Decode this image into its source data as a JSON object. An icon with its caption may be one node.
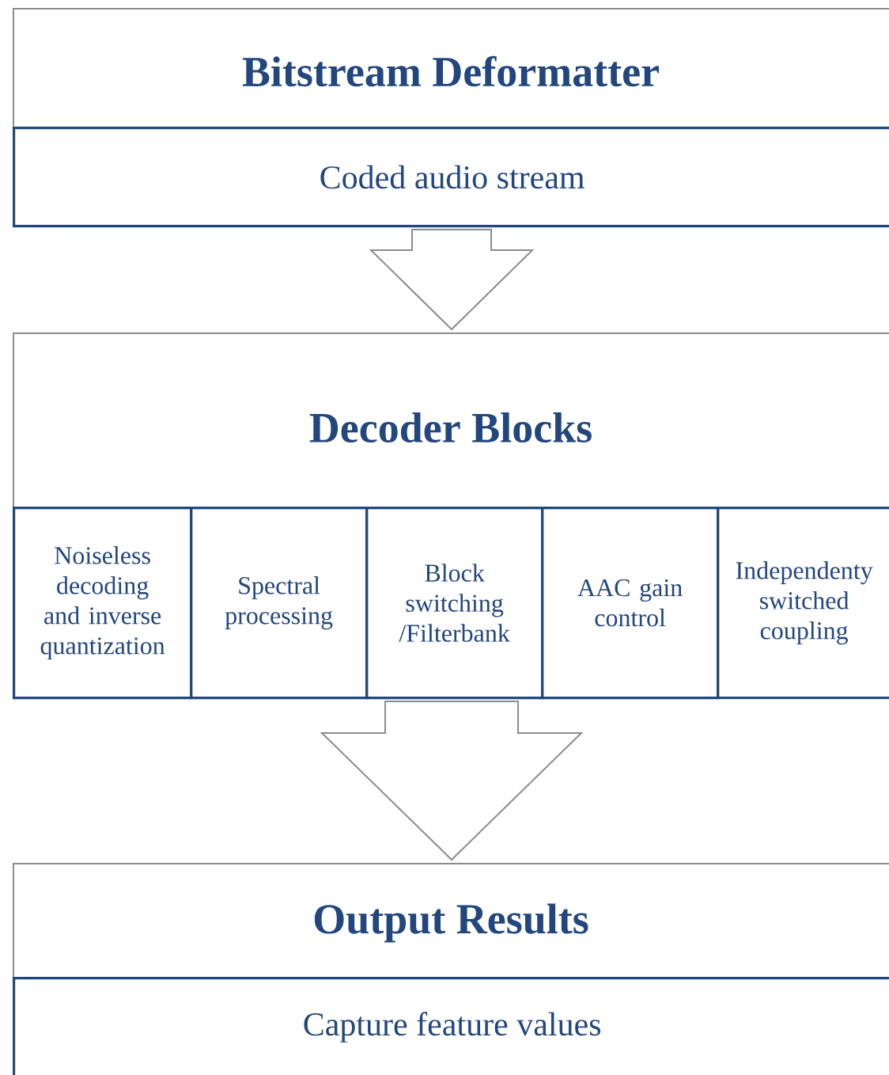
{
  "diagram": {
    "nodes": [
      {
        "text": [
          "Bitstream Deformatter"
        ]
      },
      {
        "text": [
          "Coded audio stream"
        ],
        "in": 0
      },
      {
        "text": [
          "Decoder Blocks"
        ]
      },
      {
        "text": [
          "Noiseless decoding and inverse quantization"
        ],
        "in": 2
      },
      {
        "text": [
          "Spectral processing"
        ],
        "in": 2
      },
      {
        "text": [
          "Block switching /Filterbank"
        ],
        "in": 2
      },
      {
        "text": [
          "AAC gain control"
        ],
        "in": 2
      },
      {
        "text": [
          "Independenty switched coupling"
        ],
        "in": 2
      },
      {
        "text": [
          "Output Results"
        ]
      },
      {
        "text": [
          "Capture feature values"
        ],
        "in": 8
      }
    ],
    "edges": [
      {
        "from": 0,
        "to": 2,
        "arrow": "to"
      },
      {
        "from": 2,
        "to": 8,
        "arrow": "to"
      }
    ]
  }
}
